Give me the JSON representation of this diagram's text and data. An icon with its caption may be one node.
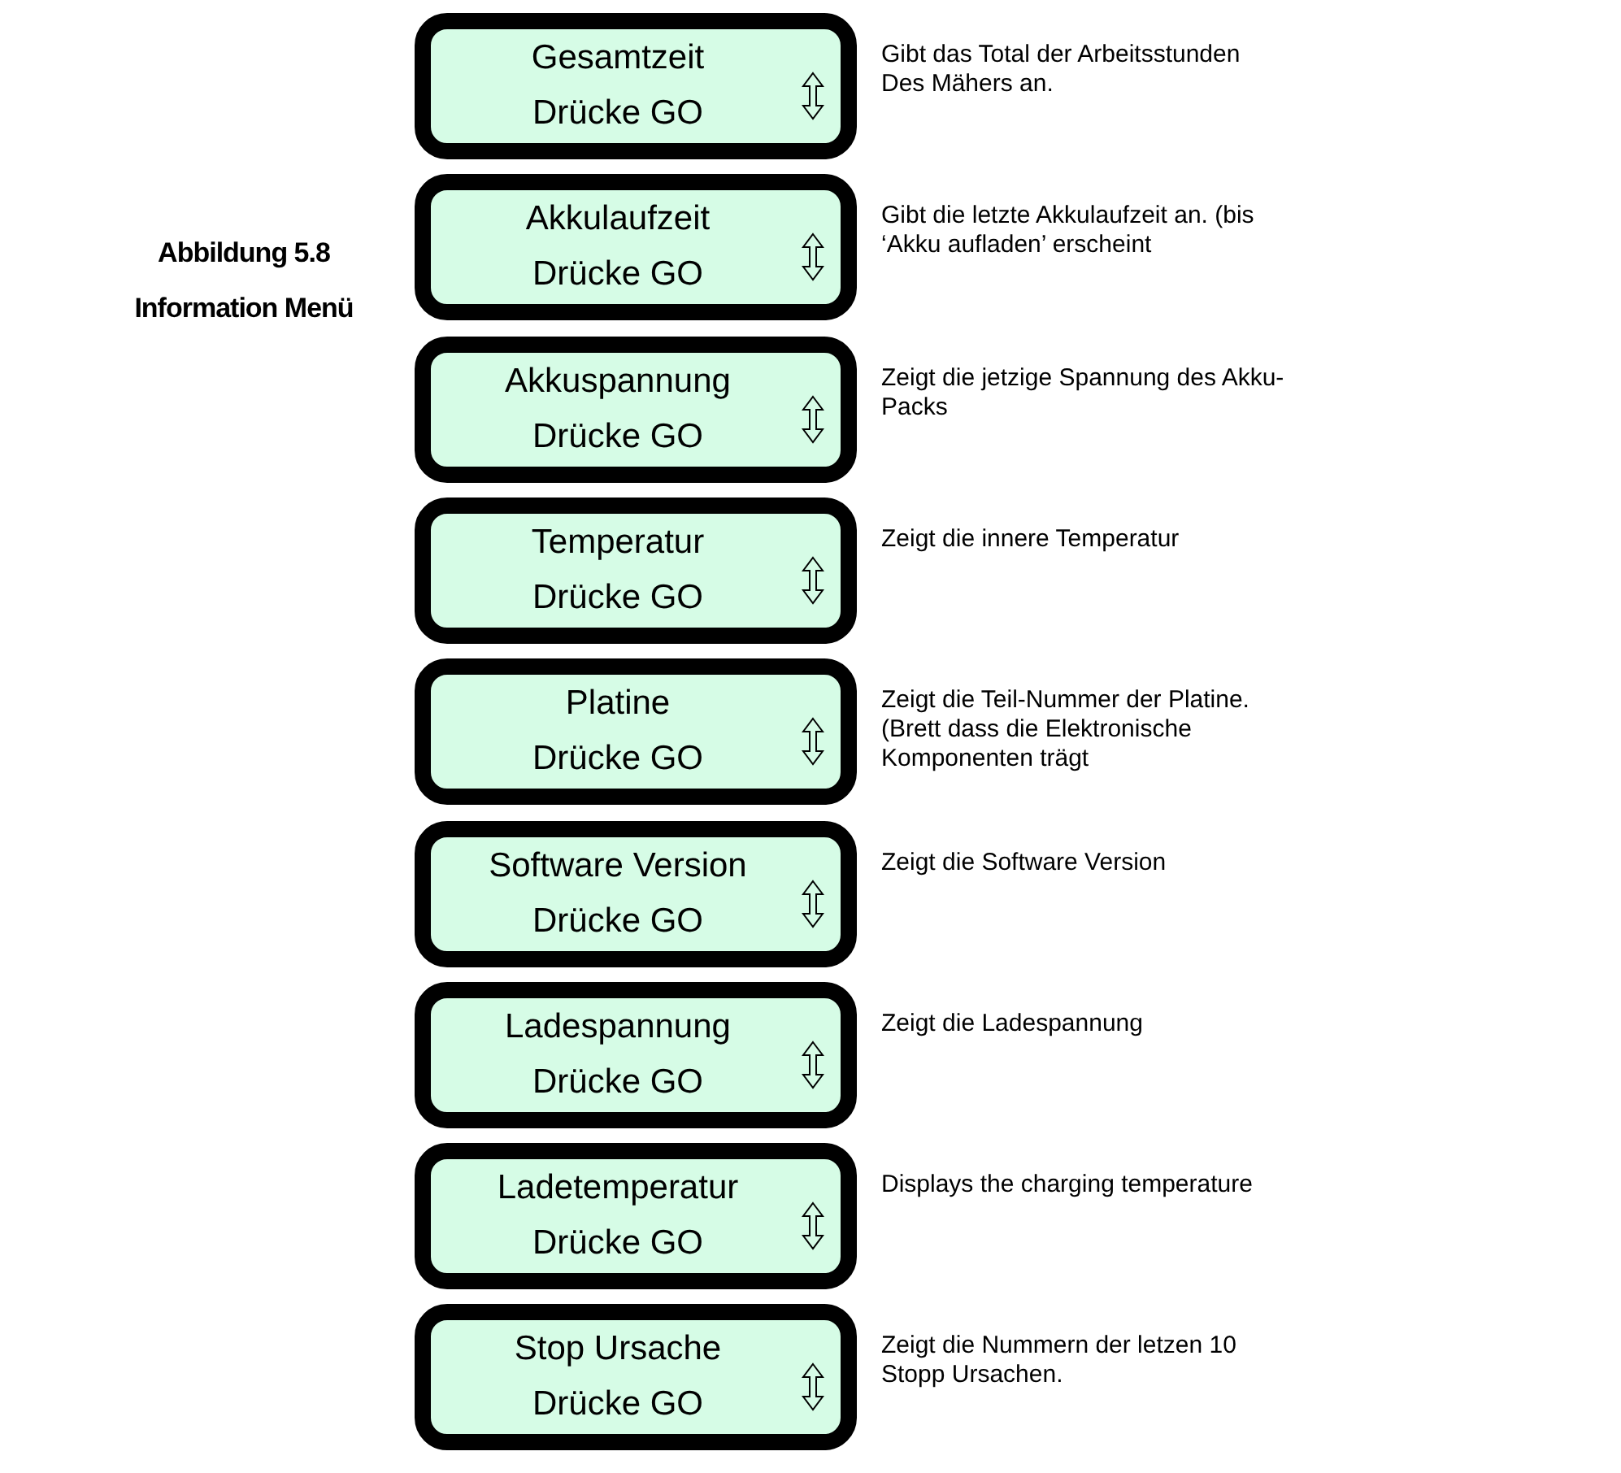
{
  "diagram": {
    "nodes": [
      {
        "text": [
          "Gesamtzeit",
          "Drücke GO"
        ],
        "beside": [
          "Gibt das Total der Arbeitsstunden Des Mähers an."
        ]
      },
      {
        "text": [
          "Akkulaufzeit",
          "Drücke GO"
        ],
        "beside": [
          "Gibt die letzte Akkulaufzeit an. (bis ‘Akku aufladen’ erscheint"
        ]
      },
      {
        "text": [
          "Akkuspannung",
          "Drücke GO"
        ],
        "beside": [
          "Zeigt die jetzige Spannung des Akku-Packs"
        ]
      },
      {
        "text": [
          "Temperatur",
          "Drücke GO"
        ],
        "beside": [
          "Zeigt die innere Temperatur"
        ]
      },
      {
        "text": [
          "Platine",
          "Drücke GO"
        ],
        "beside": [
          "Zeigt die Teil-Nummer der Platine. (Brett dass die Elektronische Komponenten trägt"
        ]
      },
      {
        "text": [
          "Software Version",
          "Drücke GO"
        ],
        "beside": [
          "Zeigt die Software Version"
        ]
      },
      {
        "text": [
          "Ladespannung",
          "Drücke GO"
        ],
        "beside": [
          "Zeigt die Ladespannung"
        ]
      },
      {
        "text": [
          "Ladetemperatur",
          "Drücke GO"
        ],
        "beside": [
          "Displays the charging temperature"
        ]
      },
      {
        "text": [
          "Stop Ursache",
          "Drücke GO"
        ],
        "beside": [
          "Zeigt die Nummern der letzen 10 Stopp Ursachen."
        ]
      }
    ],
    "labels": [
      "Abbildung 5.8",
      "Information Menü"
    ]
  }
}
